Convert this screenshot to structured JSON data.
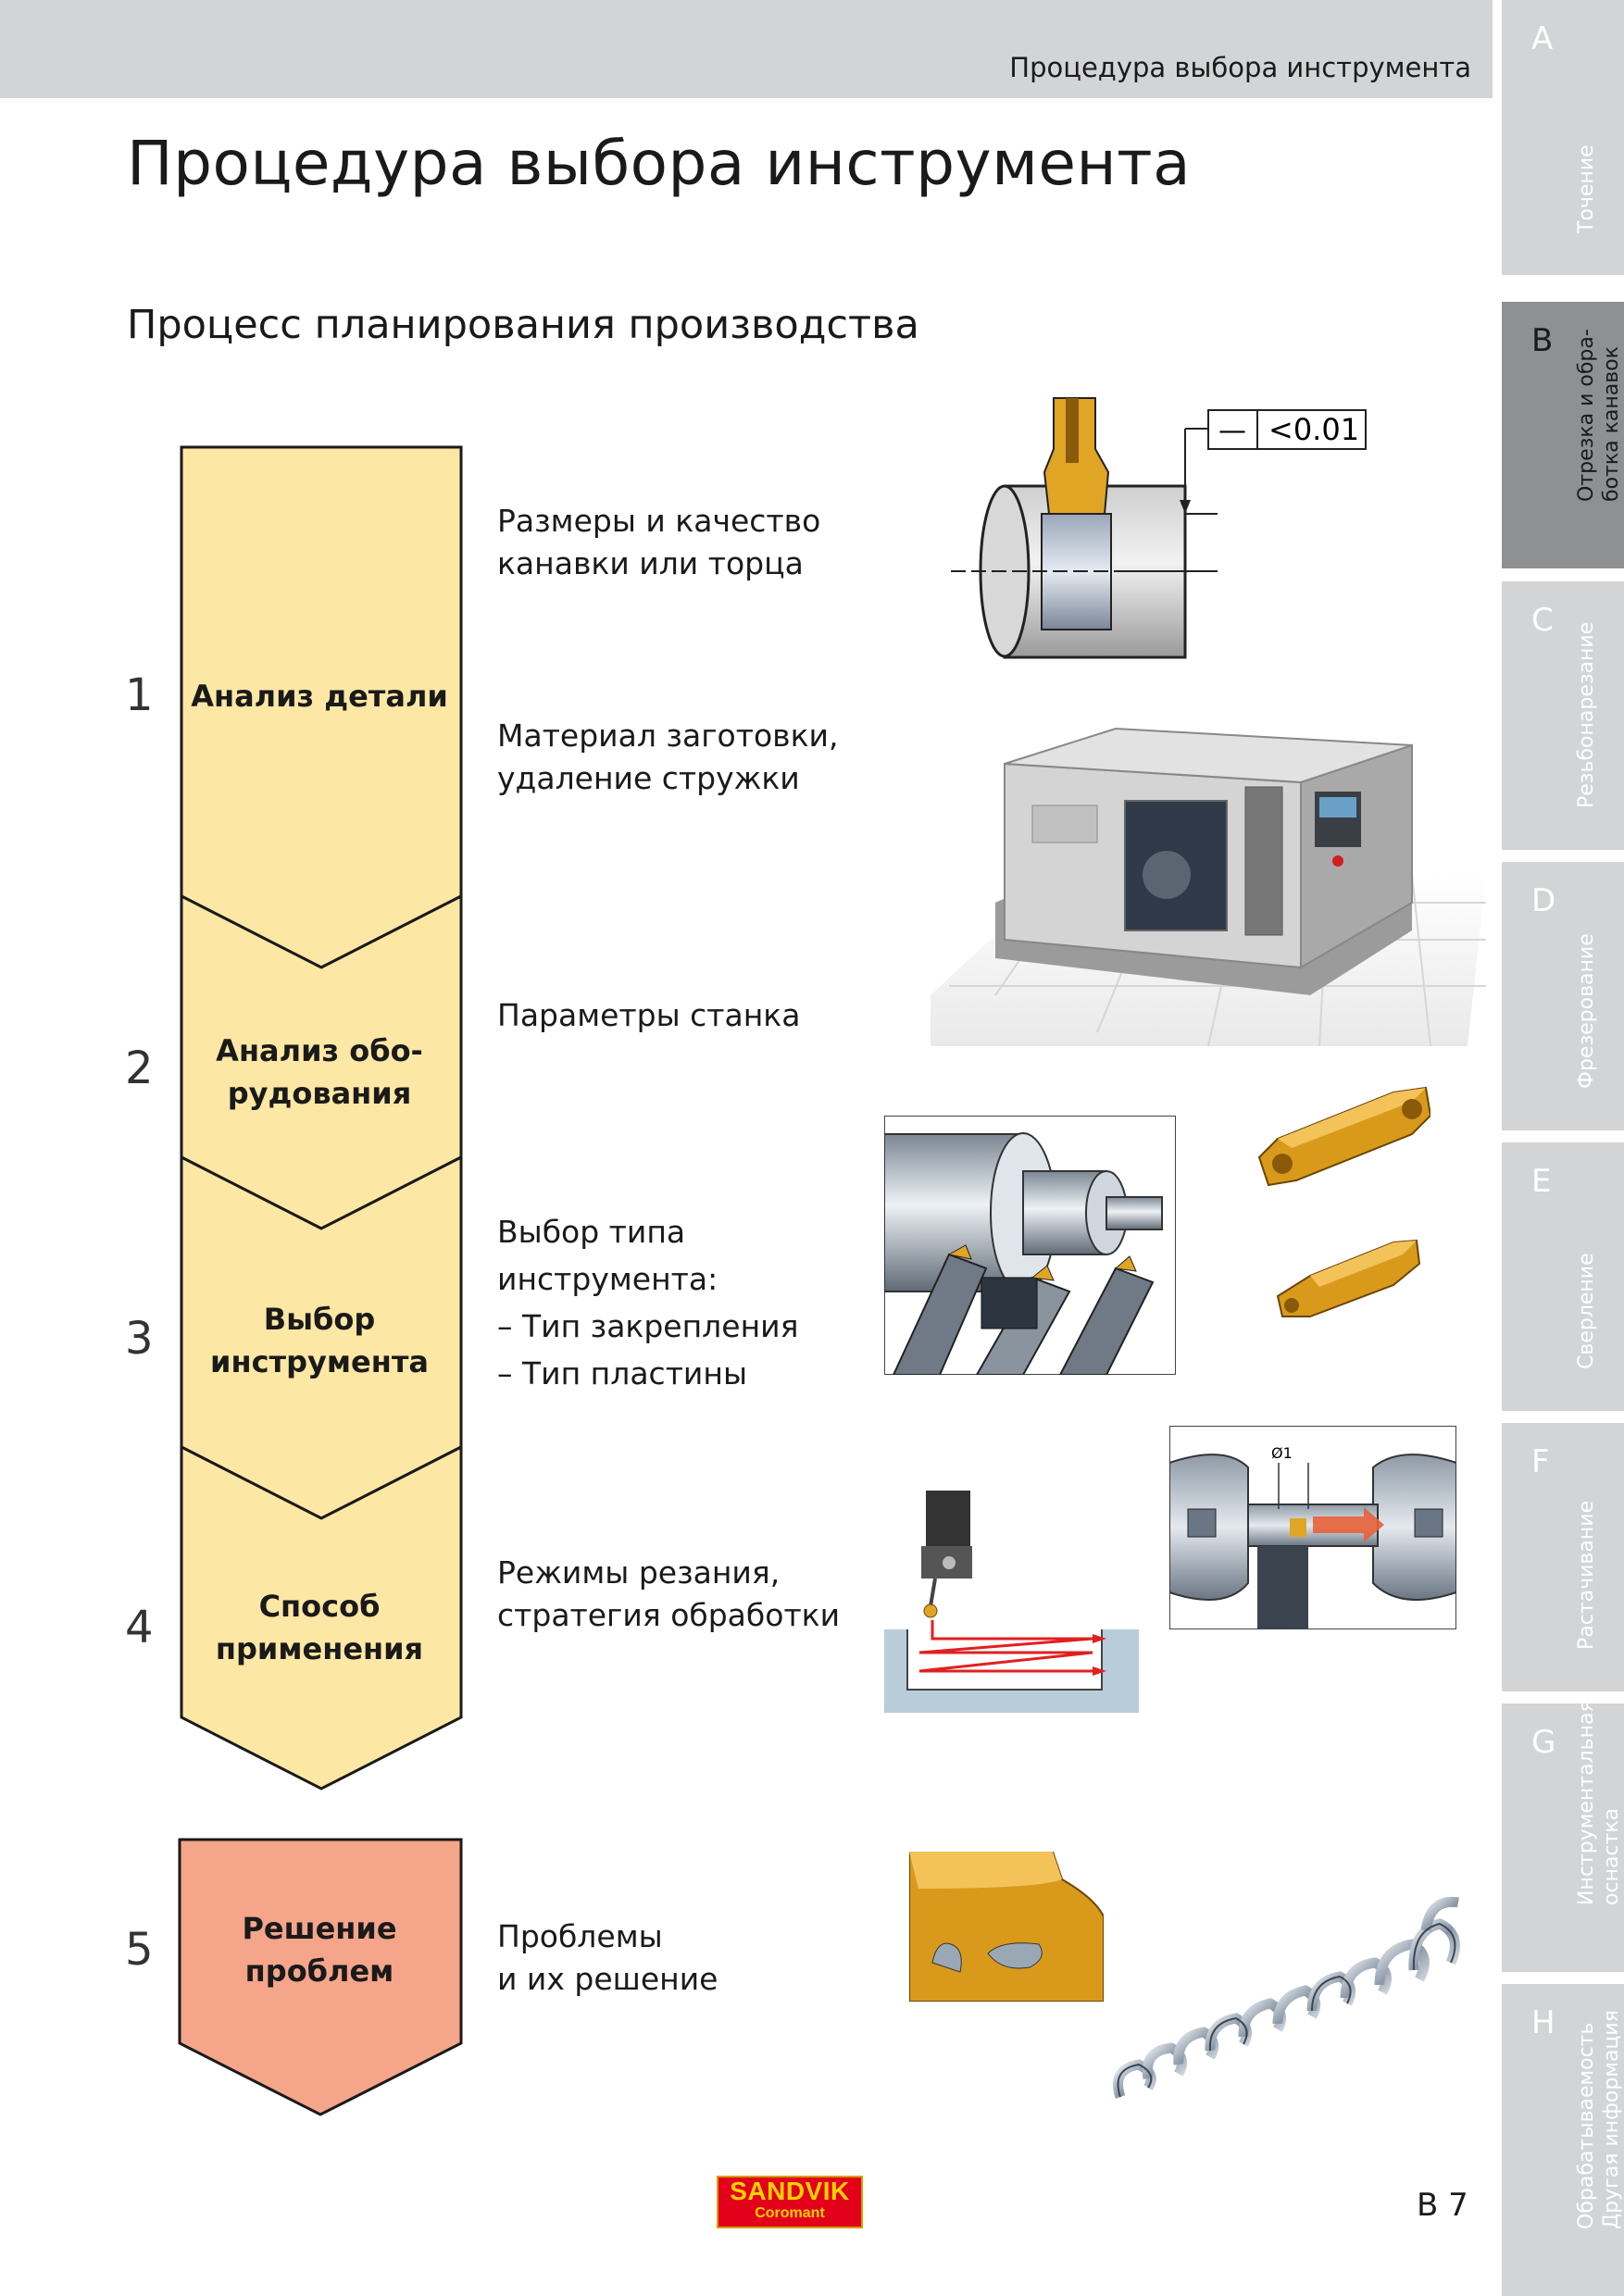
{
  "header": {
    "running_title": "Процедура выбора инструмента"
  },
  "page_title": "Процедура выбора инструмента",
  "section_title": "Процесс планирования производства",
  "sidebar": {
    "tabs": [
      {
        "letter": "A",
        "label": "Точение"
      },
      {
        "letter": "B",
        "label": "Отрезка и обра-\nботка канавок",
        "active": true
      },
      {
        "letter": "C",
        "label": "Резьбонарезание"
      },
      {
        "letter": "D",
        "label": "Фрезерование"
      },
      {
        "letter": "E",
        "label": "Сверление"
      },
      {
        "letter": "F",
        "label": "Растачивание"
      },
      {
        "letter": "G",
        "label": "Инструментальная\nоснастка"
      },
      {
        "letter": "H",
        "label": "Обрабатываемость\nДругая информация"
      }
    ]
  },
  "steps": [
    {
      "number": "1",
      "label": [
        "Анализ детали"
      ]
    },
    {
      "number": "2",
      "label": [
        "Анализ обо-",
        "рудования"
      ]
    },
    {
      "number": "3",
      "label": [
        "Выбор",
        "инструмента"
      ]
    },
    {
      "number": "4",
      "label": [
        "Способ",
        "применения"
      ]
    },
    {
      "number": "5",
      "label": [
        "Решение",
        "проблем"
      ]
    }
  ],
  "descriptions": [
    [
      "Размеры и качество",
      "канавки или торца"
    ],
    [
      "Материал заготовки,",
      "удаление стружки"
    ],
    [
      "Параметры станка"
    ],
    [
      "Выбор типа",
      "инструмента:",
      "– Тип закрепления",
      "– Тип пластины"
    ],
    [
      "Режимы резания,",
      "стратегия обработки"
    ],
    [
      "Проблемы",
      "и их решение"
    ]
  ],
  "tolerance": {
    "symbol": "—",
    "value": "<0.01"
  },
  "diameter_label": "Ø1",
  "colors": {
    "step_fill": "#fde7a5",
    "problem_fill": "#f4a58a",
    "insert_gold": "#d99a1c",
    "active_tab": "#8f9092",
    "tab": "#d3d4d6"
  },
  "logo": {
    "line1": "SANDVIK",
    "line2": "Coromant"
  },
  "page_number": "B 7"
}
